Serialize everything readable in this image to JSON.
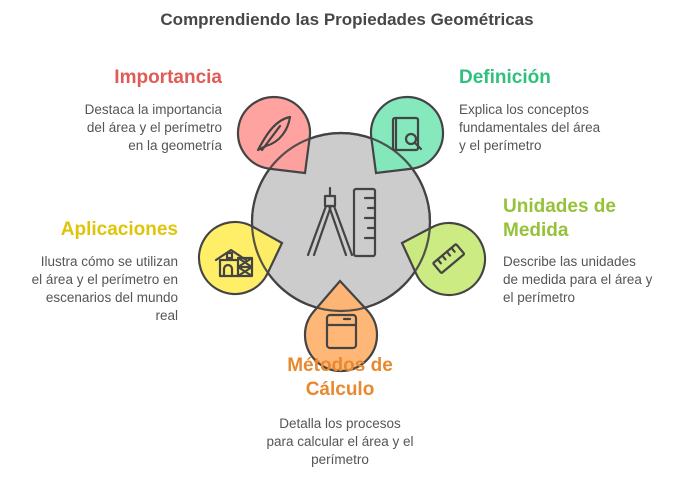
{
  "title": "Comprendiendo las Propiedades Geométricas",
  "colors": {
    "center": "#CCCCCC",
    "stroke": "#444444"
  },
  "sections": {
    "importancia": {
      "title": [
        "Importancia"
      ],
      "desc": [
        "Destaca la importancia",
        "del área y el perímetro",
        "en la geometría"
      ],
      "color": "#E05B57",
      "fill": "#FF9E9B",
      "icon": "feather-icon"
    },
    "definicion": {
      "title": [
        "Definición"
      ],
      "desc": [
        "Explica los conceptos",
        "fundamentales del área",
        "y el perímetro"
      ],
      "color": "#2EC07D",
      "fill": "#7EE8B9",
      "icon": "book-search-icon"
    },
    "aplicaciones": {
      "title": [
        "Aplicaciones"
      ],
      "desc": [
        "Ilustra cómo se utilizan",
        "el área y el perímetro en",
        "escenarios del mundo",
        "real"
      ],
      "color": "#E0C40A",
      "fill": "#FFEE60",
      "icon": "house-scaffold-icon"
    },
    "unidades": {
      "title": [
        "Unidades de",
        "Medida"
      ],
      "desc": [
        "Describe las unidades",
        "de medida para el área y",
        "el perímetro"
      ],
      "color": "#96C23A",
      "fill": "#C9EA7C",
      "icon": "ruler-icon"
    },
    "metodos": {
      "title": [
        "Métodos de",
        "Cálculo"
      ],
      "desc": [
        "Detalla los procesos",
        "para calcular el área y el",
        "perímetro"
      ],
      "color": "#E8892F",
      "fill": "#FFB370",
      "icon": "calculator-icon"
    }
  }
}
